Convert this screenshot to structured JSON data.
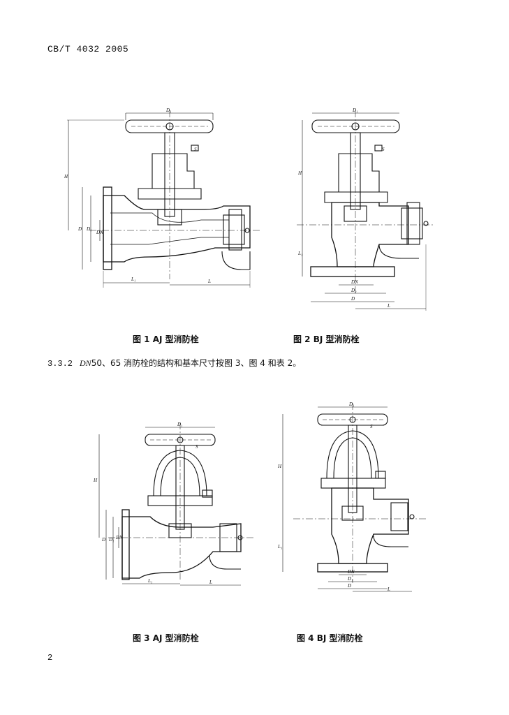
{
  "header": {
    "standard_code": "CB/T 4032  2005"
  },
  "figures": [
    {
      "caption": "图 1 AJ 型消防栓"
    },
    {
      "caption": "图 2 BJ 型消防栓"
    },
    {
      "caption": "图 3 AJ 型消防栓"
    },
    {
      "caption": "图 4 BJ 型消防栓"
    }
  ],
  "clause": {
    "number": "3.3.2",
    "dn": "DN",
    "text": "50、65 消防栓的结构和基本尺寸按图 3、图 4 和表 2。"
  },
  "page_number": "2"
}
